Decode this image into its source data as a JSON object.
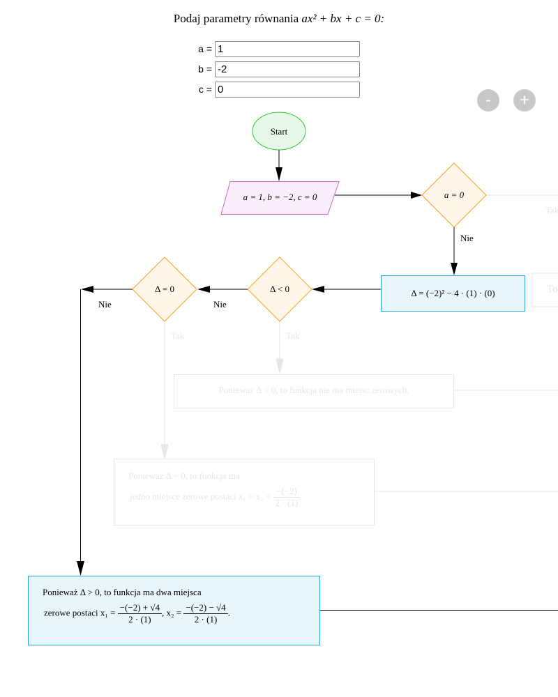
{
  "header": {
    "title_text": "Podaj parametry równania",
    "title_math": "ax² + bx + c = 0:"
  },
  "inputs": [
    {
      "label": "a =",
      "value": "1"
    },
    {
      "label": "b =",
      "value": "-2"
    },
    {
      "label": "c =",
      "value": "0"
    }
  ],
  "zoom": {
    "minus_label": "-",
    "plus_label": "+"
  },
  "colors": {
    "start_fill": "#e8f8e8",
    "start_stroke": "#33cc33",
    "io_fill": "#fbeefb",
    "io_stroke": "#cc66cc",
    "decision_fill": "#fff6ea",
    "decision_stroke": "#f5a623",
    "process_fill": "#e8f5fb",
    "process_stroke": "#29a3d9",
    "inactive": "#e6e6e6"
  },
  "flow": {
    "start": "Start",
    "input": "a = 1, b = −2, c = 0",
    "cond_a": "a = 0",
    "delta_calc": "Δ = (−2)² − 4 · (1) · (0)",
    "cond_neg": "Δ < 0",
    "cond_zero": "Δ = 0",
    "yes": "Tak",
    "no": "Nie",
    "faded_right_box": "To",
    "no_roots": "Ponieważ Δ < 0, to funkcja nie ma miejsc zerowych.",
    "one_root_line1": "Ponieważ Δ = 0, to funkcja ma",
    "one_root_line2": "jedno miejsce zerowe postaci x₁ = x₂ =",
    "one_root_num": "−(−2)",
    "one_root_den": "2 · (1)",
    "two_roots_line1": "Ponieważ Δ > 0, to funkcja ma dwa miejsca",
    "two_roots_line2": "zerowe postaci x₁ =",
    "x1_num": "−(−2) + √4",
    "x1_den": "2 · (1)",
    "x2_label": ", x₂ =",
    "x2_num": "−(−2) − √4",
    "x2_den": "2 · (1)"
  }
}
